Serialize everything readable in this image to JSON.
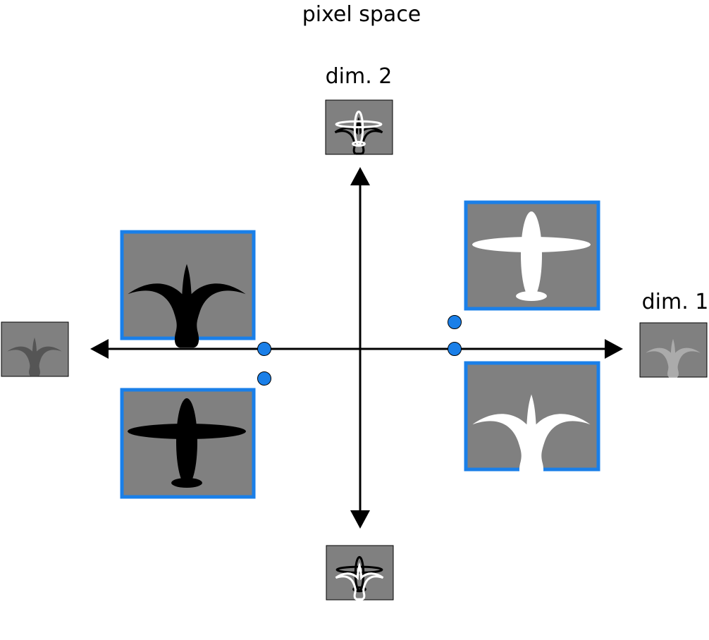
{
  "diagram": {
    "title": "pixel space",
    "axis_labels": {
      "dim1": "dim. 1",
      "dim2": "dim. 2"
    },
    "colors": {
      "frame_highlight": "#1a7fe8",
      "point": "#1a7fe8",
      "panel_gray": "#808080",
      "axis": "#000000"
    },
    "images": [
      {
        "id": "dim2-positive",
        "content": "bird-plane-blend-outline-icon",
        "shade": "mixed",
        "highlighted": false
      },
      {
        "id": "dim2-negative",
        "content": "bird-plane-blend-outline-icon",
        "shade": "mixed",
        "highlighted": false
      },
      {
        "id": "dim1-positive",
        "content": "bird-silhouette-icon",
        "shade": "light-gray",
        "highlighted": false
      },
      {
        "id": "dim1-negative",
        "content": "bird-silhouette-icon",
        "shade": "dark-gray",
        "highlighted": false
      },
      {
        "id": "upper-left",
        "content": "bird-silhouette-icon",
        "shade": "black",
        "highlighted": true
      },
      {
        "id": "lower-left",
        "content": "plane-silhouette-icon",
        "shade": "black",
        "highlighted": true
      },
      {
        "id": "upper-right",
        "content": "plane-silhouette-icon",
        "shade": "white",
        "highlighted": true
      },
      {
        "id": "lower-right",
        "content": "bird-silhouette-icon",
        "shade": "white",
        "highlighted": true
      }
    ],
    "points_count": 4
  }
}
